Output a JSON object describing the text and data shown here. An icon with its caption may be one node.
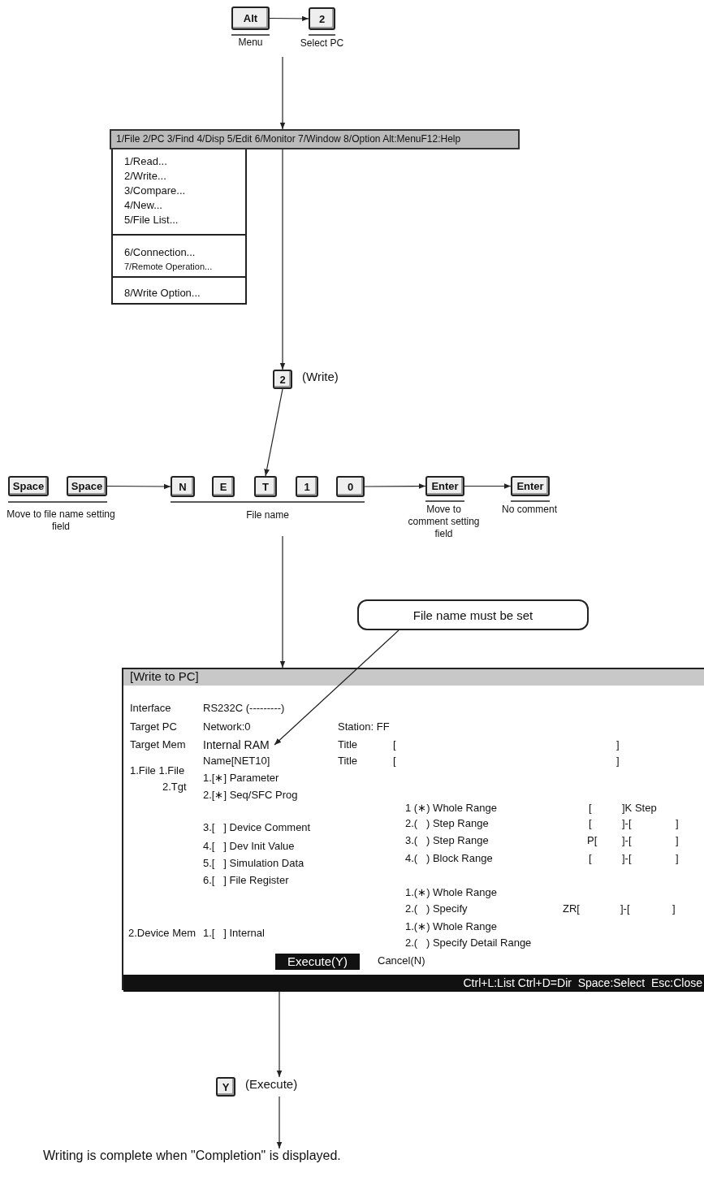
{
  "diagram": {
    "nodes": [
      {
        "text": [
          "Alt"
        ],
        "beside": [
          "Menu"
        ]
      },
      {
        "text": [
          "2"
        ],
        "beside": [
          "Select PC"
        ]
      },
      {
        "text": [
          "1/File 2/PC 3/Find 4/Disp 5/Edit 6/Monitor 7/Window 8/Option Alt:MenuF12:Help"
        ]
      },
      {
        "text": [
          "1/Read...",
          "2/Write...",
          "3/Compare...",
          "4/New...",
          "5/File List...",
          "6/Connection...",
          "7/Remote Operation...",
          "8/Write Option..."
        ]
      },
      {
        "text": [
          "2"
        ],
        "beside": [
          "(Write)"
        ]
      },
      {
        "text": [
          "Space"
        ]
      },
      {
        "text": [
          "Space"
        ]
      },
      {
        "text": [
          "N"
        ]
      },
      {
        "text": [
          "E"
        ]
      },
      {
        "text": [
          "T"
        ]
      },
      {
        "text": [
          "1"
        ]
      },
      {
        "text": [
          "0"
        ]
      },
      {
        "text": [
          "Enter"
        ],
        "beside": [
          "Move to comment setting field"
        ]
      },
      {
        "text": [
          "Enter"
        ],
        "beside": [
          "No comment"
        ]
      },
      {
        "text": [
          "File name must be set"
        ]
      },
      {
        "text": [
          "[Write to PC]",
          "Interface",
          "Target PC",
          "Target Mem",
          "1.File 1.File",
          "2.Tgt",
          "2.Device Mem",
          "RS232C (---------)",
          "Network:0",
          "Name[NET10]",
          "1.[∗] Parameter",
          "2.[∗] Seq/SFC Prog",
          "3.[   ] Device Comment",
          "4.[   ] Dev Init Value",
          "5.[   ] Simulation Data",
          "6.[   ] File Register",
          "1.[   ] Internal",
          "Station: FF",
          "Title",
          "[",
          "]",
          "Title",
          "[",
          "]",
          "1 (∗) Whole Range",
          "[",
          "]K Step",
          "2.(   ) Step Range",
          "[",
          "]-[",
          "]",
          "3.(   ) Step Range",
          "P[",
          "]-[",
          "]",
          "4.(   ) Block Range",
          "[",
          "]-[",
          "]",
          "1.(∗) Whole Range",
          "2.(   ) Specify",
          "ZR[",
          "]-[",
          "]",
          "1.(∗) Whole Range",
          "2.(   ) Specify Detail Range",
          "Cancel(N)"
        ]
      },
      {
        "text": [
          "Internal RAM"
        ],
        "in": 15
      },
      {
        "text": [
          "Execute(Y)"
        ],
        "in": 15
      },
      {
        "text": [
          "Ctrl+L:List Ctrl+D=Dir  Space:Select  Esc:Close"
        ],
        "in": 15
      },
      {
        "text": [
          "Y"
        ],
        "beside": [
          "(Execute)"
        ]
      },
      {
        "text": [
          "Writing is complete when \"Completion\" is displayed."
        ]
      }
    ],
    "edges": [
      {
        "from": 0,
        "to": 1,
        "arrow": "to"
      },
      {
        "from": null,
        "to": 2,
        "arrow": "to"
      },
      {
        "from": 2,
        "to": 4,
        "arrow": "to"
      },
      {
        "from": 4,
        "to": 9,
        "arrow": "to"
      },
      {
        "from": 6,
        "to": 7,
        "arrow": "to"
      },
      {
        "from": 11,
        "to": 12,
        "arrow": "to"
      },
      {
        "from": 12,
        "to": 13,
        "arrow": "to"
      },
      {
        "from": null,
        "to": 15,
        "arrow": "to"
      },
      {
        "from": 14,
        "to": 16,
        "arrow": "to"
      },
      {
        "from": 15,
        "to": 19,
        "arrow": "to"
      },
      {
        "from": 19,
        "to": 20,
        "arrow": "to"
      }
    ],
    "labels": [
      "Move to file name setting field",
      "File name"
    ]
  }
}
